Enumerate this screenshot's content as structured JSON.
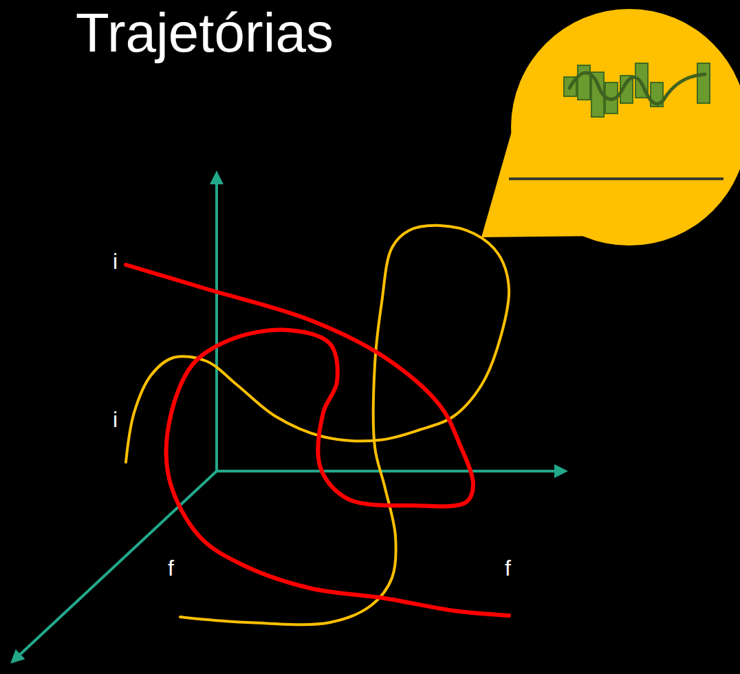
{
  "diagram": {
    "title": "Trajetórias",
    "labels": [
      "i",
      "i",
      "f",
      "f"
    ]
  }
}
